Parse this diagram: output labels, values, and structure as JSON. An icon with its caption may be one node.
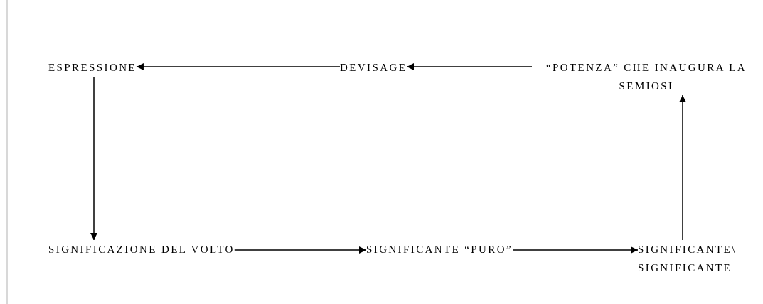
{
  "diagram": {
    "nodes": [
      {
        "text": [
          "ESPRESSIONE"
        ]
      },
      {
        "text": [
          "DEVISAGE"
        ]
      },
      {
        "text": [
          "“POTENZA” CHE INAUGURA LA SEMIOSI"
        ]
      },
      {
        "text": [
          "SIGNIFICAZIONE DEL VOLTO"
        ]
      },
      {
        "text": [
          "SIGNIFICANTE “PURO”"
        ]
      },
      {
        "text": [
          "SIGNIFICANTE\\ SIGNIFICANTE"
        ]
      }
    ],
    "edges": [
      {
        "from": 1,
        "to": 0,
        "arrow": "to"
      },
      {
        "from": 2,
        "to": 1,
        "arrow": "to"
      },
      {
        "from": 0,
        "to": 3,
        "arrow": "to"
      },
      {
        "from": 3,
        "to": 4,
        "arrow": "to"
      },
      {
        "from": 4,
        "to": 5,
        "arrow": "to"
      },
      {
        "from": 5,
        "to": 2,
        "arrow": "to"
      }
    ]
  }
}
